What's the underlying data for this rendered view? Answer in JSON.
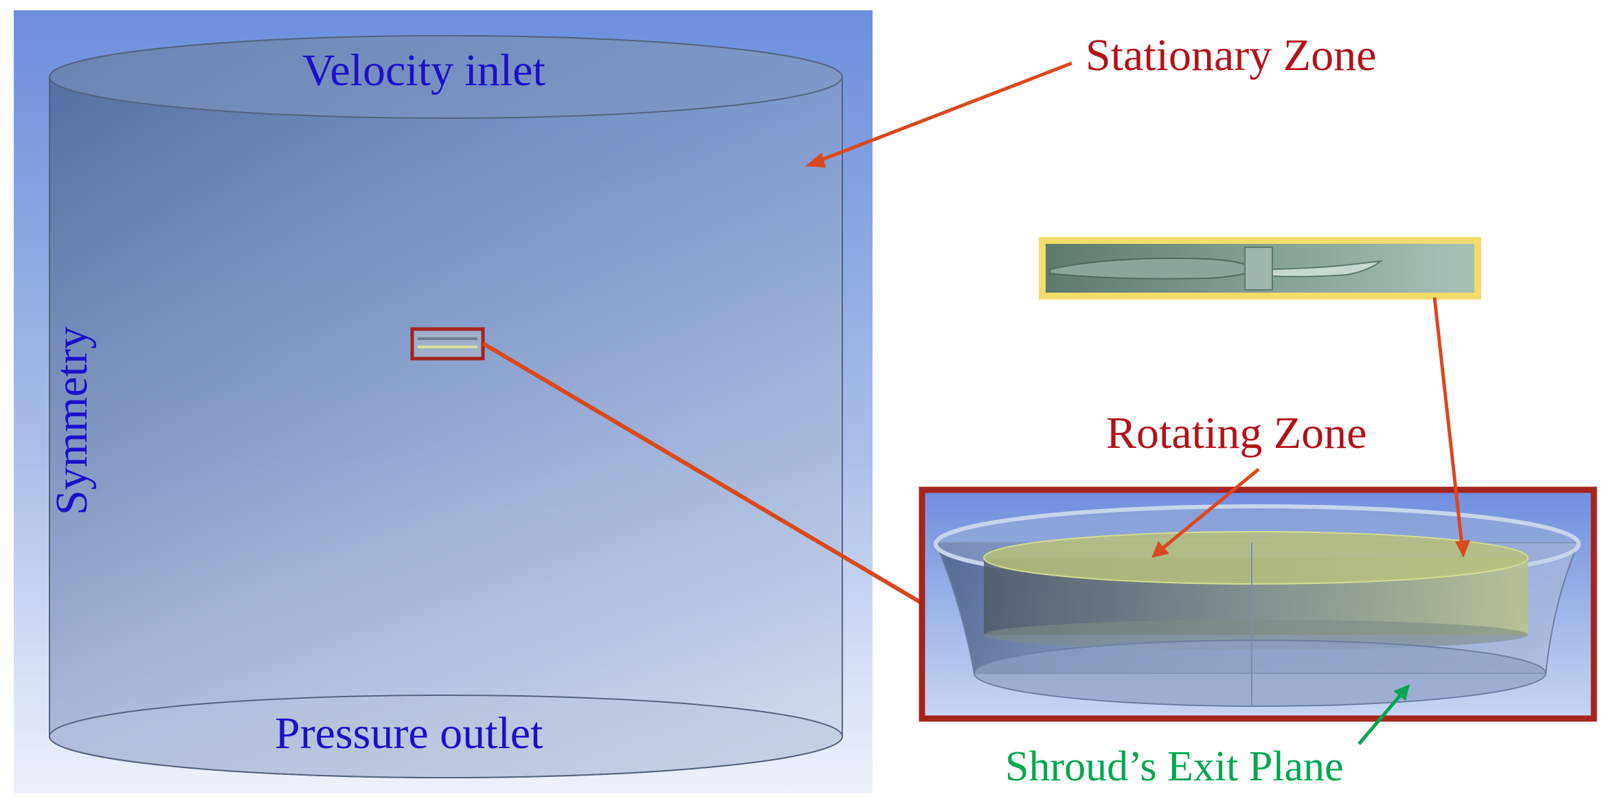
{
  "labels": {
    "velocity_inlet": "Velocity inlet",
    "pressure_outlet": "Pressure outlet",
    "symmetry": "Symmetry",
    "stationary_zone": "Stationary Zone",
    "rotating_zone": "Rotating Zone",
    "shroud_exit_plane": "Shroud’s Exit Plane"
  },
  "colors": {
    "boundary_label": "#1c10c8",
    "zone_label": "#b3111a",
    "exit_plane_label": "#00a651",
    "arrow": "#d9481f",
    "zoom_frame": "#a5241f",
    "blade_frame": "#f2dd6b",
    "background_top": "#6e8fdd",
    "background_bottom": "#eef2fb"
  }
}
